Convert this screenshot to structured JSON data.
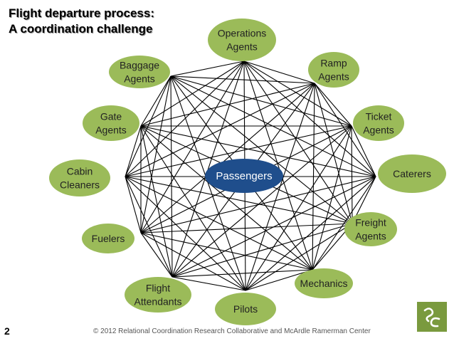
{
  "slide": {
    "title_line1": "Flight departure process:",
    "title_line2": "A coordination challenge",
    "page_number": "2",
    "footer": "© 2012 Relational Coordination Research Collaborative and McArdle Ramerman Center"
  },
  "colors": {
    "node_fill": "#9bbb59",
    "hub_fill": "#1f4e8c",
    "edge": "#000000",
    "logo_fill": "#7a9a3e"
  },
  "diagram": {
    "hub": {
      "label": "Passengers"
    },
    "nodes": [
      {
        "id": "operations-agents",
        "lines": [
          "Operations",
          "Agents"
        ]
      },
      {
        "id": "ramp-agents",
        "lines": [
          "Ramp",
          "Agents"
        ]
      },
      {
        "id": "ticket-agents",
        "lines": [
          "Ticket",
          "Agents"
        ]
      },
      {
        "id": "caterers",
        "lines": [
          "Caterers"
        ]
      },
      {
        "id": "freight-agents",
        "lines": [
          "Freight",
          "Agents"
        ]
      },
      {
        "id": "mechanics",
        "lines": [
          "Mechanics"
        ]
      },
      {
        "id": "pilots",
        "lines": [
          "Pilots"
        ]
      },
      {
        "id": "flight-attendants",
        "lines": [
          "Flight",
          "Attendants"
        ]
      },
      {
        "id": "fuelers",
        "lines": [
          "Fuelers"
        ]
      },
      {
        "id": "cabin-cleaners",
        "lines": [
          "Cabin",
          "Cleaners"
        ]
      },
      {
        "id": "gate-agents",
        "lines": [
          "Gate",
          "Agents"
        ]
      },
      {
        "id": "baggage-agents",
        "lines": [
          "Baggage",
          "Agents"
        ]
      }
    ]
  }
}
